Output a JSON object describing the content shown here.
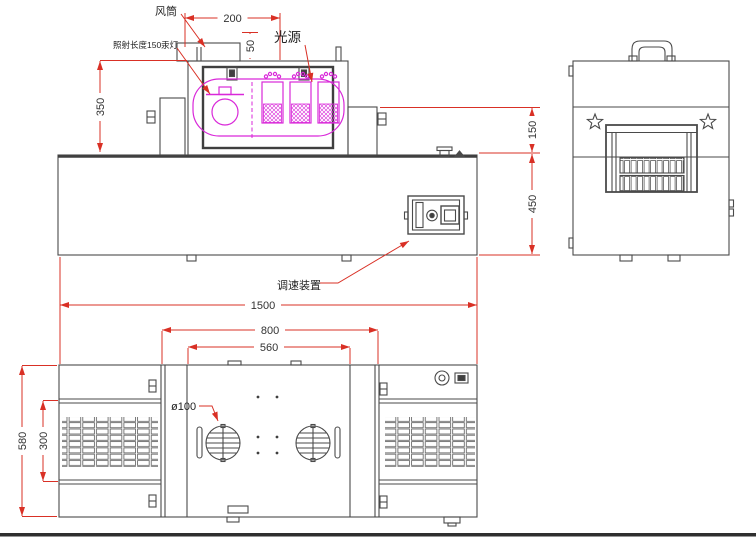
{
  "callouts": {
    "fan_duct": "风筒",
    "irradiation_note": "照射长度150汞灯",
    "light_source": "光源",
    "speed_control": "调速装置",
    "fan_diameter": "ø100"
  },
  "dimensions": {
    "duct_width": "200",
    "duct_height": "50",
    "hood_height": "350",
    "hood_top_offset": "150",
    "body_height": "450",
    "total_length": "1500",
    "body_length": "800",
    "tunnel_length": "560",
    "machine_width": "580",
    "belt_width": "300"
  },
  "colors": {
    "line": "#4a4a4a",
    "dimension": "#d93025",
    "highlight": "#d928d9"
  }
}
